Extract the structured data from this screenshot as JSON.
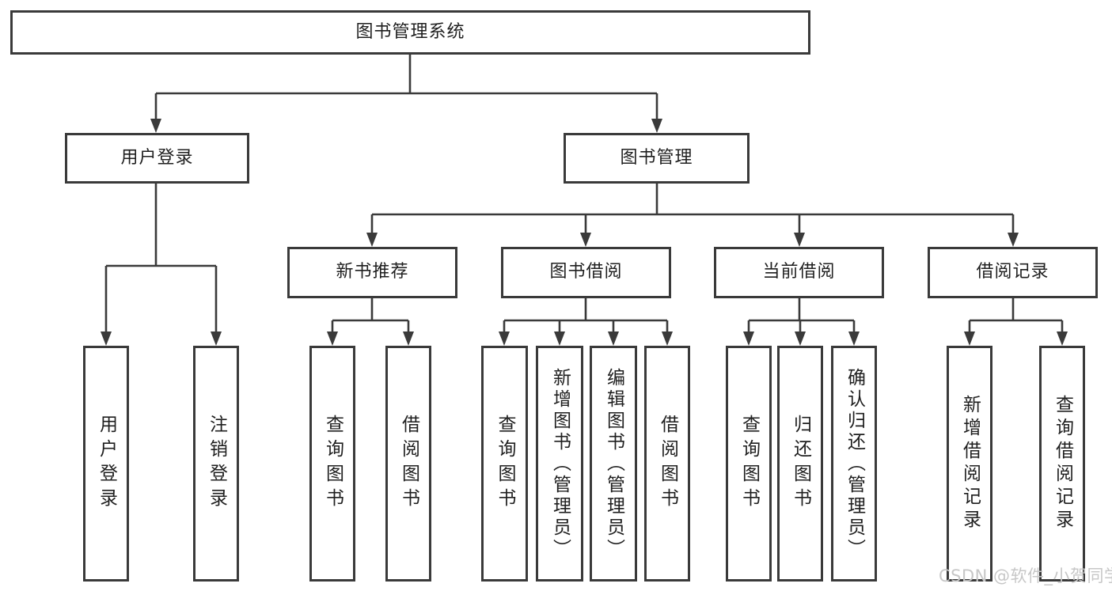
{
  "tree": {
    "root": {
      "label": "图书管理系统"
    },
    "branches": [
      {
        "label": "用户登录",
        "children": [
          {
            "label": "用户登录"
          },
          {
            "label": "注销登录"
          }
        ]
      },
      {
        "label": "图书管理",
        "sections": [
          {
            "label": "新书推荐",
            "children": [
              {
                "label": "查询图书"
              },
              {
                "label": "借阅图书"
              }
            ]
          },
          {
            "label": "图书借阅",
            "children": [
              {
                "label": "查询图书"
              },
              {
                "label": "新增图书（管理员）"
              },
              {
                "label": "编辑图书（管理员）"
              },
              {
                "label": "借阅图书"
              }
            ]
          },
          {
            "label": "当前借阅",
            "children": [
              {
                "label": "查询图书"
              },
              {
                "label": "归还图书"
              },
              {
                "label": "确认归还（管理员）"
              }
            ]
          },
          {
            "label": "借阅记录",
            "children": [
              {
                "label": "新增借阅记录"
              },
              {
                "label": "查询借阅记录"
              }
            ]
          }
        ]
      }
    ]
  },
  "watermark": {
    "text": "CSDN @软件_小贺同学"
  },
  "colors": {
    "line": "#3a3a3a",
    "text": "#1f1f1f",
    "watermark": "#c7c7c7",
    "background": "#ffffff"
  }
}
